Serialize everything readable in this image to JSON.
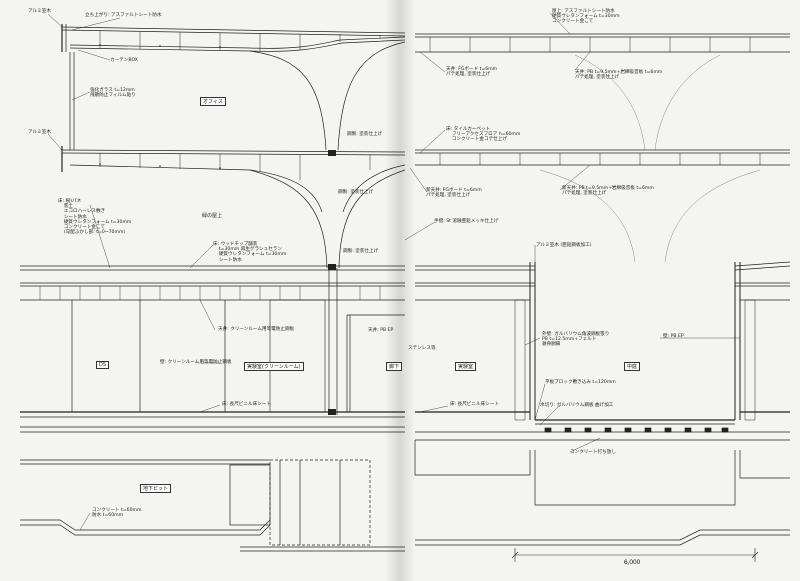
{
  "left_page": {
    "notes": [
      "アルミ笠木",
      "立ち上がり: アスファルトシート防水",
      "カーテンBOX",
      "強化ガラス t=12mm\n飛散防止フィルム貼り",
      "アルミ笠木",
      "床: 樹)パネ\n    客土\n    エコロハーレス敷き\n    シート防水\n    硬質ウレタンフォーム t=30mm\n    コンクリート金こて\n    (勾配ふかし部: t=0~70mm)",
      "床: ウッドチップ舗装\n    t=30mm 再生グラシュセラン\n    硬質ウレタンフォーム t=30mm\n    シート防水",
      "天井: クリーンルーム用等電防止鋼板",
      "壁: クリーンルーム用等電防止鋼板",
      "床: 長尺ビニル床シート",
      "コンクリート t=60mm\n防水 t=60mm",
      "天井: FGボード t=6mm\nパテ処理, 塗装仕上げ",
      "鋼製: 塗装仕上げ",
      "床: タイルカーペット\n    フリーアクセスフロア h=60mm\n    コンクリート金コテ仕上げ",
      "鋼製: 塗装仕上げ",
      "新天井: FGボード t=6mm\nパテ処理, 塗装仕上げ",
      "手摺: St 溶融亜鉛メッキ仕上げ",
      "鋼製: 塗装仕上げ",
      "天井: PB EP",
      "ステンレス等",
      "床: 長尺ビニル床シート"
    ],
    "rooms": [
      "オフィス",
      "緑の屋上",
      "DS",
      "実験室(クリーンルーム)",
      "廊下",
      "実験室",
      "地下ピット"
    ]
  },
  "right_page": {
    "notes": [
      "屋上: アスファルトシート防水\n硬質ウレタンフォーム t=30mm\nコンクリート金こて",
      "天井: PB t=9.5mm+岩綿吸音板 t=6mm\nパテ処理, 塗装仕上げ",
      "新天井: PB t=9.5mm+岩綿吸音板 t=6mm\nパテ処理, 塗装仕上げ",
      "アルミ笠木 (亜鉛鋼板加工)",
      "壁: PB EP",
      "外壁: ガルバリウム角波鋼板張り\nPB t=12.5mm+フェルト\n鉄骨胴縁",
      "平板ブロック敷き込み t=120mm",
      "水切り: ガルバリウム鋼板 曲げ加工",
      "コンクリート打ち放し"
    ],
    "rooms": [
      "中庭"
    ],
    "dimension": "6,000"
  }
}
